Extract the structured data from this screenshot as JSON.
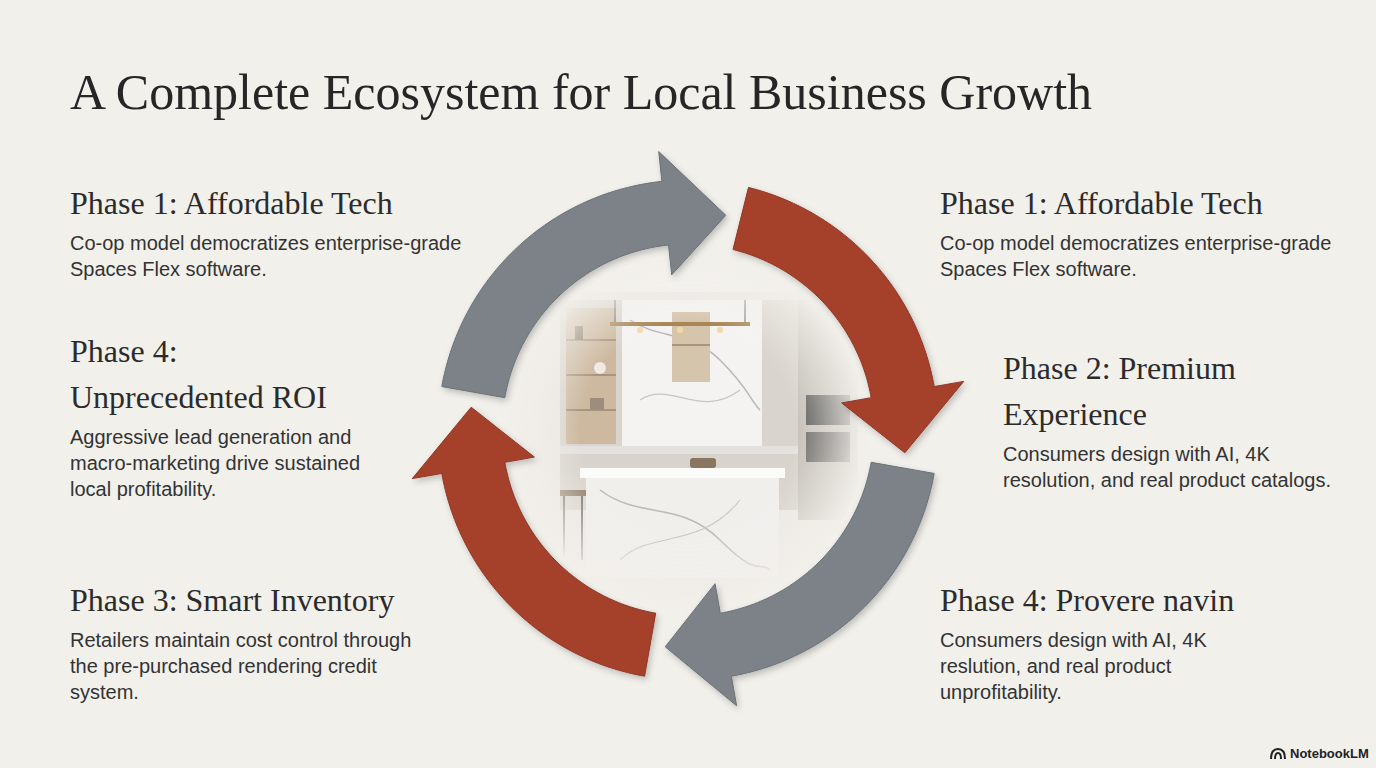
{
  "diagram": {
    "title": "A Complete Ecosystem for Local Business Growth",
    "nodes": [
      {
        "text": [
          "Phase 1: Affordable Tech",
          "Co-op model democratizes enterprise-grade Spaces Flex software."
        ]
      },
      {
        "text": [
          "Phase 1: Affordable Tech",
          "Co-op model democratizes enterprise-grade Spaces Flex software."
        ]
      },
      {
        "text": [
          "Phase 4: Unprecedented ROI",
          "Aggressive lead generation and macro-marketing drive sustained local profitability."
        ]
      },
      {
        "text": [
          "Phase 2: Premium Experience",
          "Consumers design with AI, 4K resolution, and real product catalogs."
        ]
      },
      {
        "text": [
          "Phase 3: Smart Inventory",
          "Retailers maintain cost control through the pre-purchased rendering credit system."
        ]
      },
      {
        "text": [
          "Phase 4: Provere navin",
          "Consumers design with AI, 4K reslution, and real product unprofitability."
        ]
      }
    ],
    "labels": [
      "NotebookLM"
    ]
  }
}
